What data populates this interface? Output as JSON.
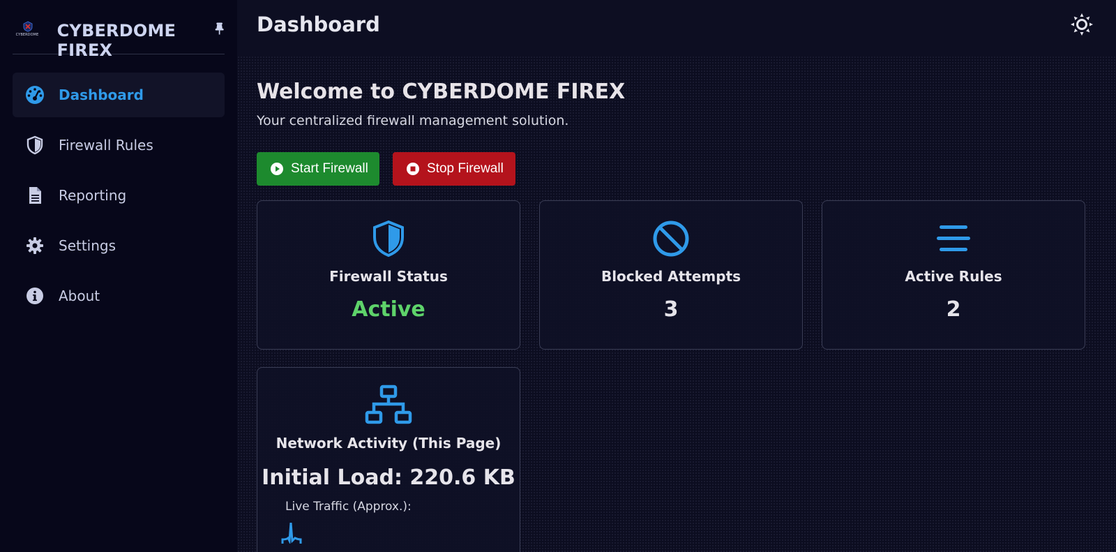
{
  "sidebar": {
    "logo_text": "CYBERDOME",
    "brand_title": "CYBERDOME FIREX",
    "items": [
      {
        "label": "Dashboard",
        "icon": "gauge-icon",
        "active": true
      },
      {
        "label": "Firewall Rules",
        "icon": "shield-icon",
        "active": false
      },
      {
        "label": "Reporting",
        "icon": "file-icon",
        "active": false
      },
      {
        "label": "Settings",
        "icon": "gear-icon",
        "active": false
      },
      {
        "label": "About",
        "icon": "info-icon",
        "active": false
      }
    ]
  },
  "header": {
    "title": "Dashboard",
    "theme_icon": "sun-icon"
  },
  "main": {
    "welcome": "Welcome to CYBERDOME FIREX",
    "subtitle": "Your centralized firewall management solution.",
    "start_label": "Start Firewall",
    "stop_label": "Stop Firewall",
    "cards": [
      {
        "title": "Firewall Status",
        "value": "Active",
        "icon": "shield-icon"
      },
      {
        "title": "Blocked Attempts",
        "value": "3",
        "icon": "ban-icon"
      },
      {
        "title": "Active Rules",
        "value": "2",
        "icon": "list-icon"
      }
    ],
    "network": {
      "title": "Network Activity (This Page)",
      "initial_load": "Initial Load: 220.6 KB",
      "live_label": "Live Traffic (Approx.):",
      "icon": "network-icon"
    }
  },
  "colors": {
    "accent": "#2f9ae9",
    "success": "#5ed36a",
    "start_button": "#1d8a2e",
    "stop_button": "#b4131c"
  }
}
